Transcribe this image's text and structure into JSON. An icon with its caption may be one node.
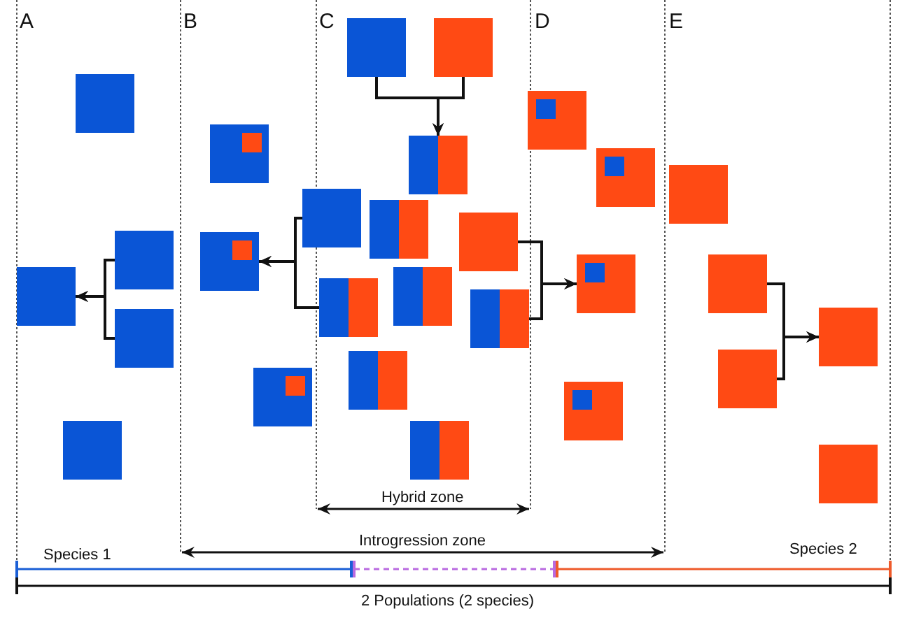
{
  "diagram": {
    "nodes": [
      {
        "text": [],
        "shape": "box"
      },
      {
        "text": [],
        "shape": "box"
      },
      {
        "text": [],
        "shape": "box"
      },
      {
        "text": [],
        "shape": "box"
      },
      {
        "text": [],
        "shape": "box"
      },
      {
        "text": [],
        "shape": "box"
      },
      {
        "text": [],
        "shape": "box"
      },
      {
        "text": [],
        "shape": "box"
      },
      {
        "text": [],
        "shape": "box"
      },
      {
        "text": [],
        "shape": "box"
      },
      {
        "text": [],
        "shape": "box"
      },
      {
        "text": [],
        "shape": "box"
      },
      {
        "text": [],
        "shape": "box"
      },
      {
        "text": [],
        "shape": "box"
      },
      {
        "text": [],
        "shape": "box"
      },
      {
        "text": [],
        "shape": "box"
      },
      {
        "text": [],
        "shape": "box"
      },
      {
        "text": [],
        "shape": "box"
      },
      {
        "text": [],
        "shape": "box"
      },
      {
        "text": [],
        "shape": "box"
      },
      {
        "text": [],
        "shape": "box"
      },
      {
        "text": [],
        "shape": "box"
      },
      {
        "text": [],
        "shape": "box"
      },
      {
        "text": [],
        "shape": "box"
      },
      {
        "text": [],
        "shape": "box"
      },
      {
        "text": [],
        "shape": "box"
      },
      {
        "text": [],
        "shape": "box"
      },
      {
        "text": [],
        "shape": "box"
      }
    ],
    "edges": [
      {
        "from": 1,
        "to": 2,
        "arrow": "to"
      },
      {
        "from": 3,
        "to": 2,
        "arrow": "to"
      },
      {
        "from": 11,
        "to": 6,
        "arrow": "to"
      },
      {
        "from": 15,
        "to": 6,
        "arrow": "to"
      },
      {
        "from": 8,
        "to": 10,
        "arrow": "to"
      },
      {
        "from": 9,
        "to": 10,
        "arrow": "to"
      },
      {
        "from": 13,
        "to": 21,
        "arrow": "to"
      },
      {
        "from": 16,
        "to": 21,
        "arrow": "to"
      },
      {
        "from": 24,
        "to": 25,
        "arrow": "to"
      },
      {
        "from": 26,
        "to": 25,
        "arrow": "to"
      }
    ],
    "labels": [
      "A",
      "B",
      "C",
      "D",
      "E",
      "Hybrid zone",
      "Introgression zone",
      "Species 1",
      "Species 2",
      "2 Populations (2 species)"
    ]
  }
}
